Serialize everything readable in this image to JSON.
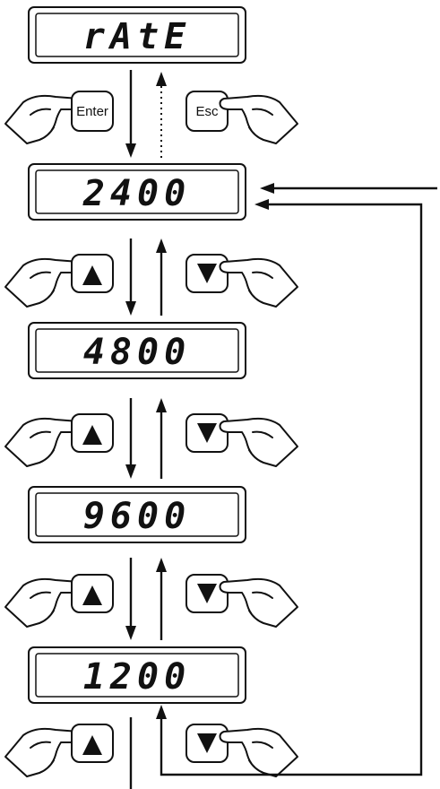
{
  "displays": [
    {
      "id": "rate",
      "text": "rAtE"
    },
    {
      "id": "2400",
      "text": "2400"
    },
    {
      "id": "4800",
      "text": "4800"
    },
    {
      "id": "9600",
      "text": "9600"
    },
    {
      "id": "1200",
      "text": "1200"
    }
  ],
  "keys": {
    "enter": {
      "label": "Enter",
      "icon": "enter-key"
    },
    "esc": {
      "label": "Esc",
      "icon": "esc-key"
    },
    "up": {
      "icon": "up-triangle-icon"
    },
    "down": {
      "icon": "down-triangle-icon"
    }
  },
  "colors": {
    "ink": "#111111",
    "background": "#ffffff"
  }
}
